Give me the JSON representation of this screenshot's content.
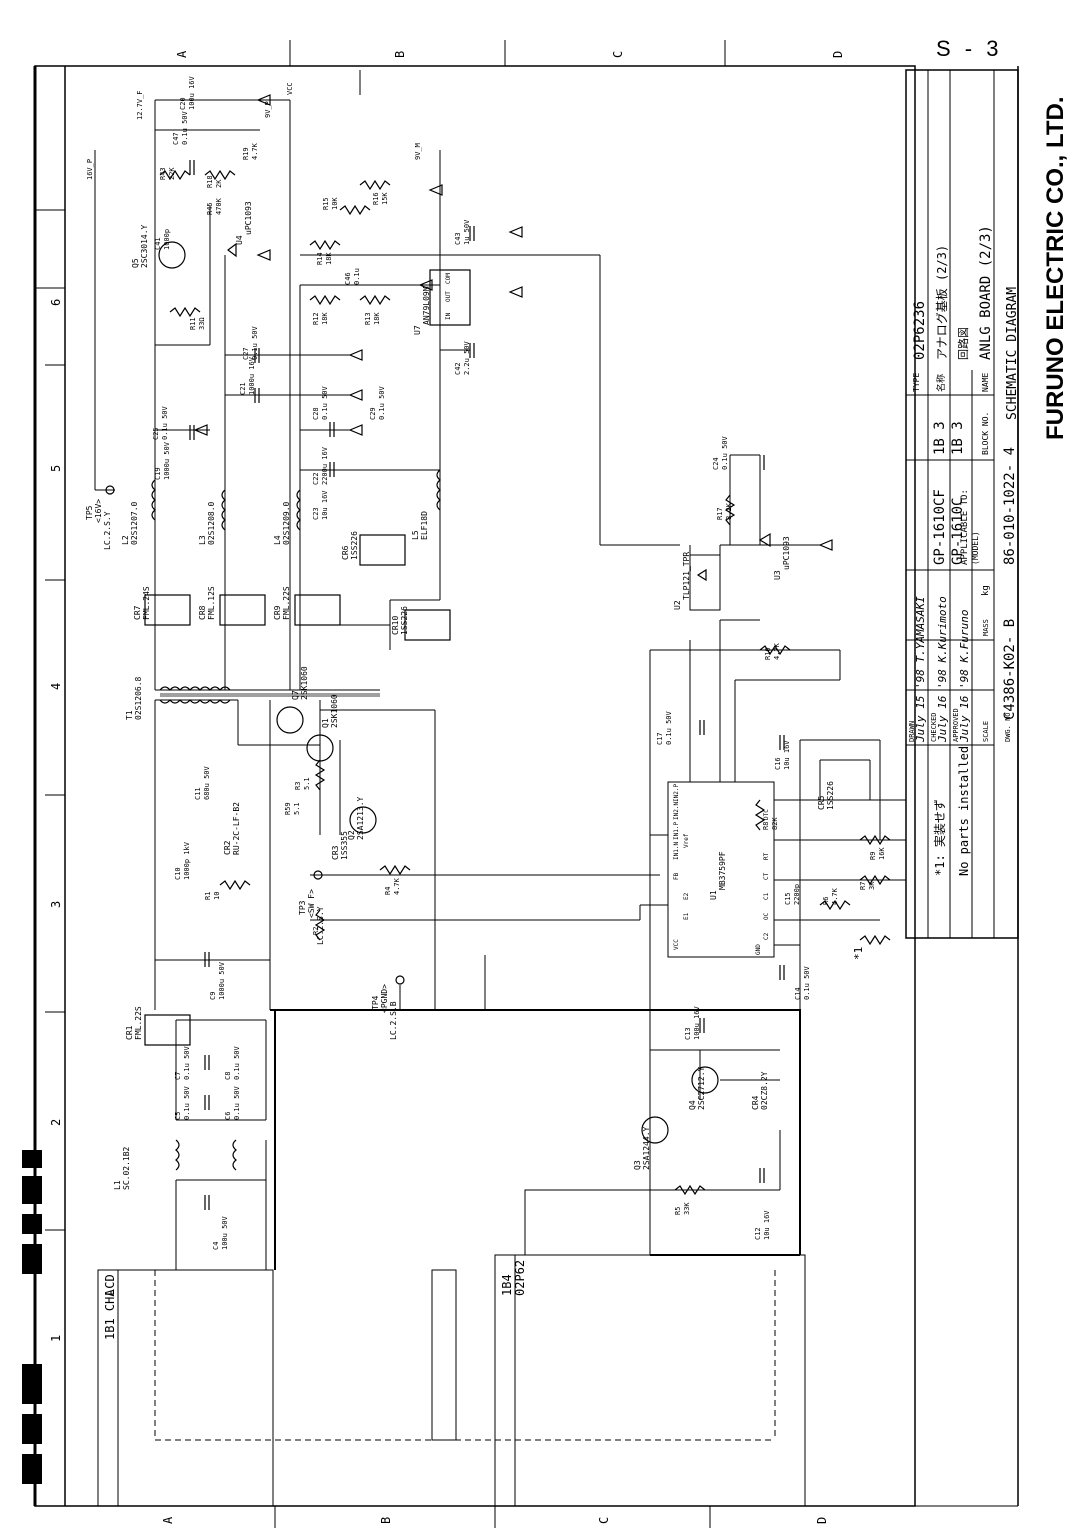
{
  "page_number": "S - 3",
  "company_name": "FURUNO ELECTRIC CO., LTD.",
  "zone_letters": {
    "top": [
      "A",
      "B",
      "C",
      "D"
    ],
    "bottom": [
      "A",
      "B",
      "C",
      "D"
    ]
  },
  "zone_numbers": [
    "1",
    "2",
    "3",
    "4",
    "5",
    "6"
  ],
  "title_block": {
    "type_label": "TYPE",
    "type_value": "02P6236",
    "name_jp_label": "名称",
    "name_jp_value": "アナログ基板 (2/3)",
    "circuit_jp": "回路図",
    "name_label": "NAME",
    "name_value": "ANLG BOARD (2/3)",
    "diagram_title": "SCHEMATIC DIAGRAM",
    "applicable_to": "APPLICABLE TO:",
    "model_label": "(MODEL)",
    "models": [
      "GP-1610CF",
      "GP-1610C"
    ],
    "block_no_label": "BLOCK NO.",
    "block_no_values": [
      "1B 3",
      "1B 3"
    ],
    "drawn_label": "DRAWN",
    "checked_label": "CHECKED",
    "approved_label": "APPROVED",
    "scale_label": "SCALE",
    "mass_label": "MASS",
    "mass_unit": "kg",
    "dwg_label": "DWG. NO.",
    "dwg_no": "C4386-K02- B",
    "part_no": "86-010-1022- 4",
    "sign_drawn": "July 15 '98 T.YAMASAKI",
    "sign_checked": "July 16 '98 K.Kurimoto",
    "sign_approved": "July 16 '98 K.Furuno"
  },
  "notes": {
    "note_jp": "*1: 実装せず",
    "note_en": "No parts installed",
    "star_mark": "*1"
  },
  "connectors": {
    "lcd_label": "1B1  CHA",
    "lcd_sub": "LCD",
    "p62_label": "1B4",
    "p62_sub": "02P62"
  },
  "nets": [
    "12.7V_F",
    "VCC",
    "16V_P",
    "9V_P",
    "9V_M"
  ],
  "test_points": [
    {
      "ref": "TP5",
      "net": "<16V>",
      "part": "LC.2.S.Y"
    },
    {
      "ref": "TP3",
      "net": "<SW F>",
      "part": "LC.2.S.Y"
    },
    {
      "ref": "TP4",
      "net": "<PGND>",
      "part": "LC.2.S.B"
    }
  ],
  "ics": [
    {
      "ref": "U1",
      "part": "MB3759PF"
    },
    {
      "ref": "U2",
      "part": "TLP121_TPR"
    },
    {
      "ref": "U3",
      "part": "uPC1093"
    },
    {
      "ref": "U4",
      "part": "uPC1093"
    },
    {
      "ref": "U7",
      "part": "AN79L09M"
    }
  ],
  "ic_pins": {
    "u1": [
      "IN2.P",
      "IN2.N",
      "IN1.P",
      "IN1.N",
      "FB",
      "Vref",
      "DTC",
      "RT",
      "CT",
      "E1",
      "E2",
      "C1",
      "C2",
      "VCC",
      "GND",
      "OC"
    ],
    "u7": [
      "IN",
      "OUT",
      "COM"
    ]
  },
  "transistors": [
    {
      "ref": "Q1",
      "part": "2SK1060"
    },
    {
      "ref": "Q2",
      "part": "2SA1213.Y"
    },
    {
      "ref": "Q3",
      "part": "2SA1244.Y"
    },
    {
      "ref": "Q4",
      "part": "2SC2712.Y"
    },
    {
      "ref": "Q5",
      "part": "2SC3014.Y"
    },
    {
      "ref": "Q7",
      "part": "2SK1060"
    }
  ],
  "diodes": [
    {
      "ref": "CR1",
      "part": "FML.22S"
    },
    {
      "ref": "CR2",
      "part": "RU-2C-LF-B2"
    },
    {
      "ref": "CR3",
      "part": "1SS355"
    },
    {
      "ref": "CR4",
      "part": "02CZ8.2Y"
    },
    {
      "ref": "CR5",
      "part": "1SS226"
    },
    {
      "ref": "CR6",
      "part": "1SS226"
    },
    {
      "ref": "CR7",
      "part": "FML.24S"
    },
    {
      "ref": "CR8",
      "part": "FML.12S"
    },
    {
      "ref": "CR9",
      "part": "FML.22S"
    },
    {
      "ref": "CR10",
      "part": "1SS226"
    }
  ],
  "magnetics": [
    {
      "ref": "T1",
      "part": "02S1206.8"
    },
    {
      "ref": "L1",
      "part": "SC.02.1B2"
    },
    {
      "ref": "L2",
      "part": "02S1207.0"
    },
    {
      "ref": "L3",
      "part": "02S1208.0"
    },
    {
      "ref": "L4",
      "part": "02S1209.0"
    },
    {
      "ref": "L5",
      "part": "ELF18D"
    }
  ],
  "capacitors": [
    {
      "ref": "C4",
      "value": "100u 50V"
    },
    {
      "ref": "C5",
      "value": "0.1u 50V"
    },
    {
      "ref": "C6",
      "value": "0.1u 50V"
    },
    {
      "ref": "C7",
      "value": "0.1u 50V"
    },
    {
      "ref": "C8",
      "value": "0.1u 50V"
    },
    {
      "ref": "C9",
      "value": "1000u 50V"
    },
    {
      "ref": "C10",
      "value": "1000p 1kV"
    },
    {
      "ref": "C11",
      "value": "680u 50V"
    },
    {
      "ref": "C12",
      "value": "10u 16V"
    },
    {
      "ref": "C13",
      "value": "100u 16V"
    },
    {
      "ref": "C14",
      "value": "0.1u 50V"
    },
    {
      "ref": "C15",
      "value": "2200p"
    },
    {
      "ref": "C16",
      "value": "10u 16V"
    },
    {
      "ref": "C17",
      "value": "0.1u 50V"
    },
    {
      "ref": "C19",
      "value": "1000u 50V"
    },
    {
      "ref": "C20",
      "value": "100u 16V"
    },
    {
      "ref": "C21",
      "value": "1000u 16V"
    },
    {
      "ref": "C22",
      "value": "2200u 16V"
    },
    {
      "ref": "C23",
      "value": "10u 16V"
    },
    {
      "ref": "C24",
      "value": "0.1u 50V"
    },
    {
      "ref": "C25",
      "value": "0.1u 50V"
    },
    {
      "ref": "C27",
      "value": "0.1u 50V"
    },
    {
      "ref": "C28",
      "value": "0.1u 50V"
    },
    {
      "ref": "C29",
      "value": "0.1u 50V"
    },
    {
      "ref": "C41",
      "value": "1000p"
    },
    {
      "ref": "C42",
      "value": "2.2u 50V"
    },
    {
      "ref": "C43",
      "value": "1u 50V"
    },
    {
      "ref": "C46",
      "value": "0.1u"
    },
    {
      "ref": "C47",
      "value": "0.1u 50V"
    }
  ],
  "resistors": [
    {
      "ref": "R1",
      "value": "10"
    },
    {
      "ref": "R2",
      "value": ""
    },
    {
      "ref": "R3",
      "value": "5.1"
    },
    {
      "ref": "R4",
      "value": "4.7K"
    },
    {
      "ref": "R5",
      "value": "33K"
    },
    {
      "ref": "R6",
      "value": "4.7K"
    },
    {
      "ref": "R7",
      "value": "3K"
    },
    {
      "ref": "R8",
      "value": "82K"
    },
    {
      "ref": "R9",
      "value": "16K"
    },
    {
      "ref": "R10",
      "value": "4.7K"
    },
    {
      "ref": "R11",
      "value": "33Ω"
    },
    {
      "ref": "R12",
      "value": "18K"
    },
    {
      "ref": "R13",
      "value": "18K"
    },
    {
      "ref": "R14",
      "value": "18K"
    },
    {
      "ref": "R15",
      "value": "10K"
    },
    {
      "ref": "R16",
      "value": "15K"
    },
    {
      "ref": "R17",
      "value": "8.2K"
    },
    {
      "ref": "R18",
      "value": "2K"
    },
    {
      "ref": "R19",
      "value": "4.7K"
    },
    {
      "ref": "R43",
      "value": "22K"
    },
    {
      "ref": "R45",
      "value": "470K"
    },
    {
      "ref": "R59",
      "value": "5.1"
    }
  ]
}
